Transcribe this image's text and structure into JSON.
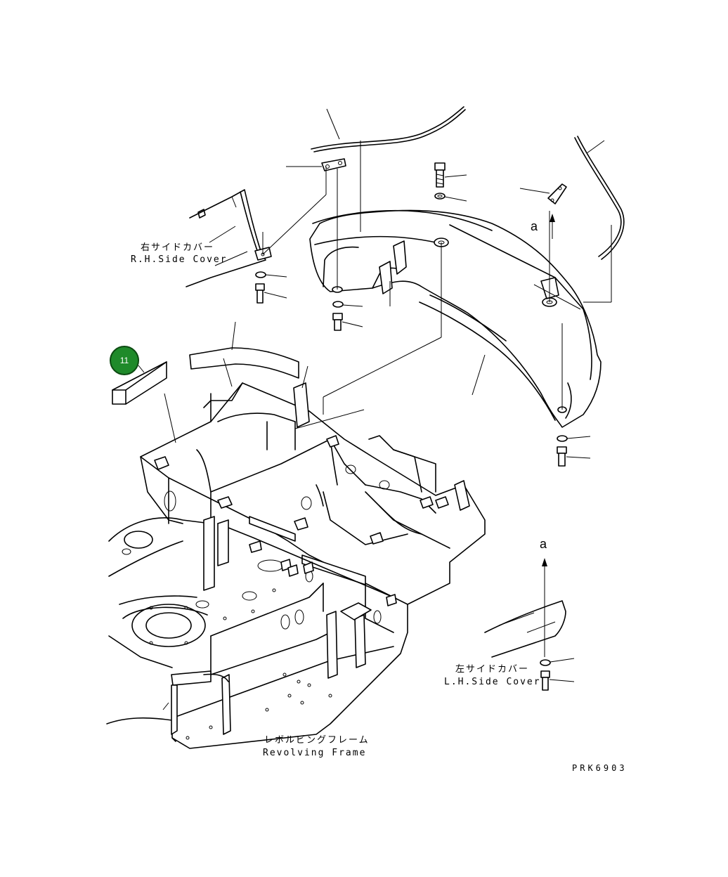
{
  "badge": {
    "number": "11",
    "color": "#1f8a2a"
  },
  "labels": {
    "rh_side_cover_jp": "右サイドカバー",
    "rh_side_cover_en": "R.H.Side Cover",
    "lh_side_cover_jp": "左サイドカバー",
    "lh_side_cover_en": "L.H.Side Cover",
    "revolving_frame_jp": "レボルビングフレーム",
    "revolving_frame_en": "Revolving Frame",
    "view_marker_top": "a",
    "view_marker_bottom": "a",
    "drawing_code": "PRK6903"
  }
}
